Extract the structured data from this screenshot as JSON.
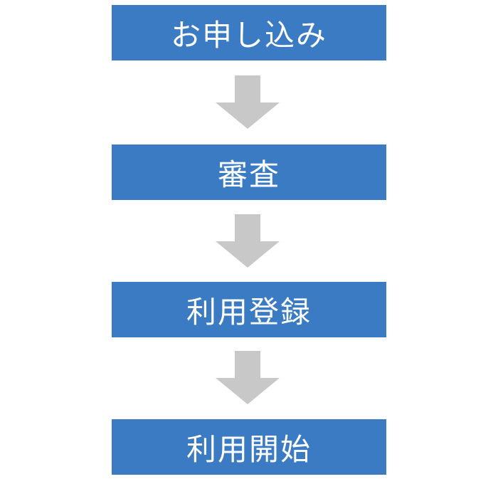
{
  "colors": {
    "box": "#3a7bc4",
    "text": "#ffffff",
    "arrow": "#c8c8c8"
  },
  "steps": [
    {
      "label": "お申し込み"
    },
    {
      "label": "審査"
    },
    {
      "label": "利用登録"
    },
    {
      "label": "利用開始"
    }
  ],
  "arrows": [
    "arrow-down-icon",
    "arrow-down-icon",
    "arrow-down-icon"
  ]
}
